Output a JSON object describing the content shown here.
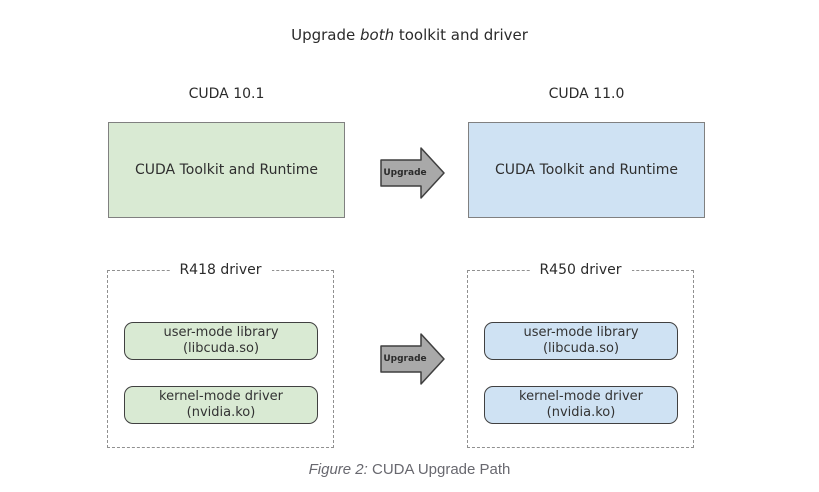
{
  "title": {
    "prefix": "Upgrade ",
    "emphasis": "both",
    "suffix": " toolkit and driver"
  },
  "columns": [
    {
      "version": "CUDA 10.1",
      "toolkit_label": "CUDA Toolkit and Runtime",
      "driver_label": "R418 driver",
      "driver_items": [
        {
          "line1": "user-mode library",
          "line2": "(libcuda.so)"
        },
        {
          "line1": "kernel-mode driver",
          "line2": "(nvidia.ko)"
        }
      ]
    },
    {
      "version": "CUDA 11.0",
      "toolkit_label": "CUDA Toolkit and Runtime",
      "driver_label": "R450 driver",
      "driver_items": [
        {
          "line1": "user-mode library",
          "line2": "(libcuda.so)"
        },
        {
          "line1": "kernel-mode driver",
          "line2": "(nvidia.ko)"
        }
      ]
    }
  ],
  "arrows": [
    {
      "label": "Upgrade"
    },
    {
      "label": "Upgrade"
    }
  ],
  "caption": {
    "prefix": "Figure 2:",
    "text": " CUDA Upgrade Path"
  },
  "colors": {
    "green-fill": "#d9ead3",
    "blue-fill": "#cfe2f3",
    "box-border": "#808080",
    "pill-border": "#404040",
    "arrow-fill": "#a9a9a9",
    "arrow-stroke": "#3f3f3f",
    "dash-border": "#909090",
    "text": "#2f2f2f",
    "caption": "#68686f"
  }
}
